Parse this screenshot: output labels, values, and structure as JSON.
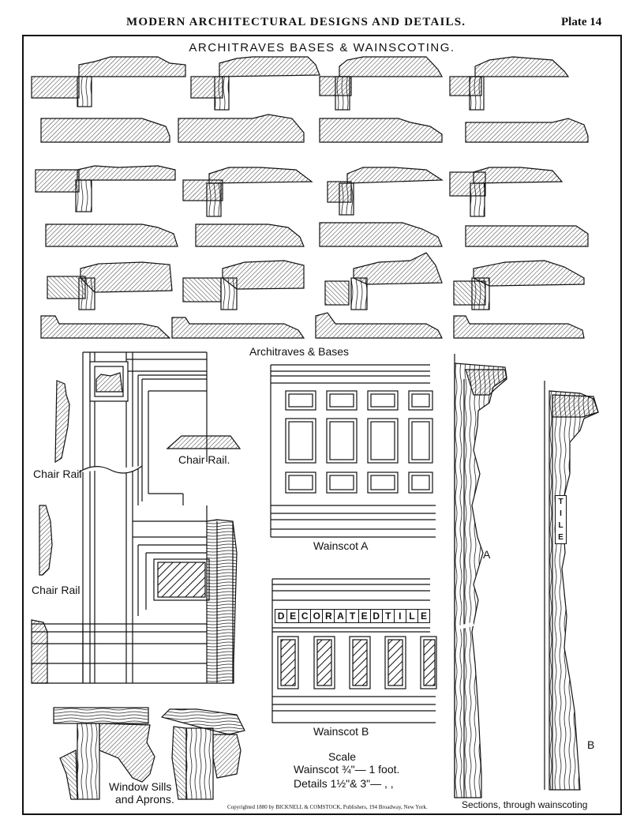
{
  "header": {
    "title": "MODERN ARCHITECTURAL DESIGNS AND DETAILS.",
    "plate": "Plate 14"
  },
  "plate_title": "ARCHITRAVES BASES & WAINSCOTING.",
  "labels": {
    "architraves_bases": "Architraves & Bases",
    "chair_rail_left_1": "Chair Rail",
    "chair_rail_left_2": "Chair Rail",
    "chair_rail_mid": "Chair Rail.",
    "wainscot_a": "Wainscot A",
    "wainscot_b": "Wainscot B",
    "section_a": "A",
    "section_b": "B",
    "window_sills": "Window Sills",
    "and_aprons": "and Aprons.",
    "scale_title": "Scale",
    "scale_line_1": "Wainscot ¾\"— 1 foot.",
    "scale_line_2": "Details 1½\"& 3\"— ,      ,",
    "sections_caption": "Sections, through wainscoting",
    "copyright": "Copyrighted 1880 by BICKNELL & COMSTOCK, Publishers, 194 Broadway, New York."
  },
  "decorated_tile": [
    "D",
    "E",
    "C",
    "O",
    "R",
    "A",
    "T",
    "E",
    "D",
    "T",
    "I",
    "L",
    "E"
  ],
  "vertical_tile": [
    "T",
    "I",
    "L",
    "E"
  ]
}
